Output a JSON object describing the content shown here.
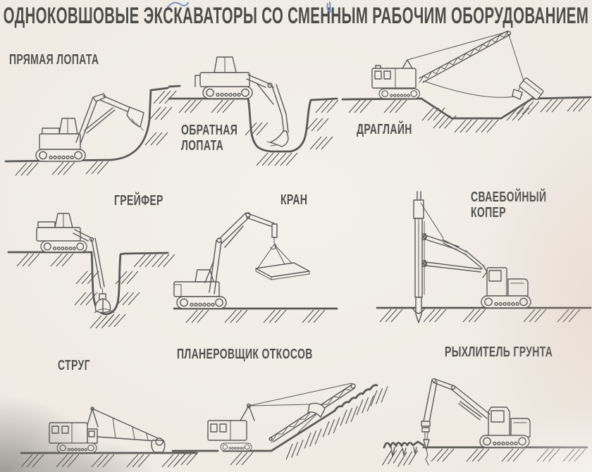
{
  "poster": {
    "title": "ОДНОКОВШОВЫЕ ЭКСКАВАТОРЫ СО СМЕННЫМ РАБОЧИМ ОБОРУДОВАНИЕМ",
    "colors": {
      "paper": "#f0ece4",
      "ink": "#262626",
      "pen_mark": "#3f66ae"
    },
    "panels": [
      {
        "name": "straight-shovel",
        "lines": [
          "ПРЯМАЯ ЛОПАТА"
        ]
      },
      {
        "name": "backhoe",
        "lines": [
          "ОБРАТНАЯ",
          "ЛОПАТА"
        ]
      },
      {
        "name": "dragline",
        "lines": [
          "ДРАГЛАЙН"
        ]
      },
      {
        "name": "clamshell-grab",
        "lines": [
          "ГРЕЙФЕР"
        ]
      },
      {
        "name": "crane",
        "lines": [
          "КРАН"
        ]
      },
      {
        "name": "pile-driver",
        "lines": [
          "СВАЕБОЙНЫЙ",
          "КОПЕР"
        ]
      },
      {
        "name": "scraper-plane",
        "lines": [
          "СТРУГ"
        ]
      },
      {
        "name": "slope-grader",
        "lines": [
          "ПЛАНЕРОВЩИК ОТКОСОВ"
        ]
      },
      {
        "name": "soil-ripper",
        "lines": [
          "РЫХЛИТЕЛЬ ГРУНТА"
        ]
      }
    ]
  }
}
